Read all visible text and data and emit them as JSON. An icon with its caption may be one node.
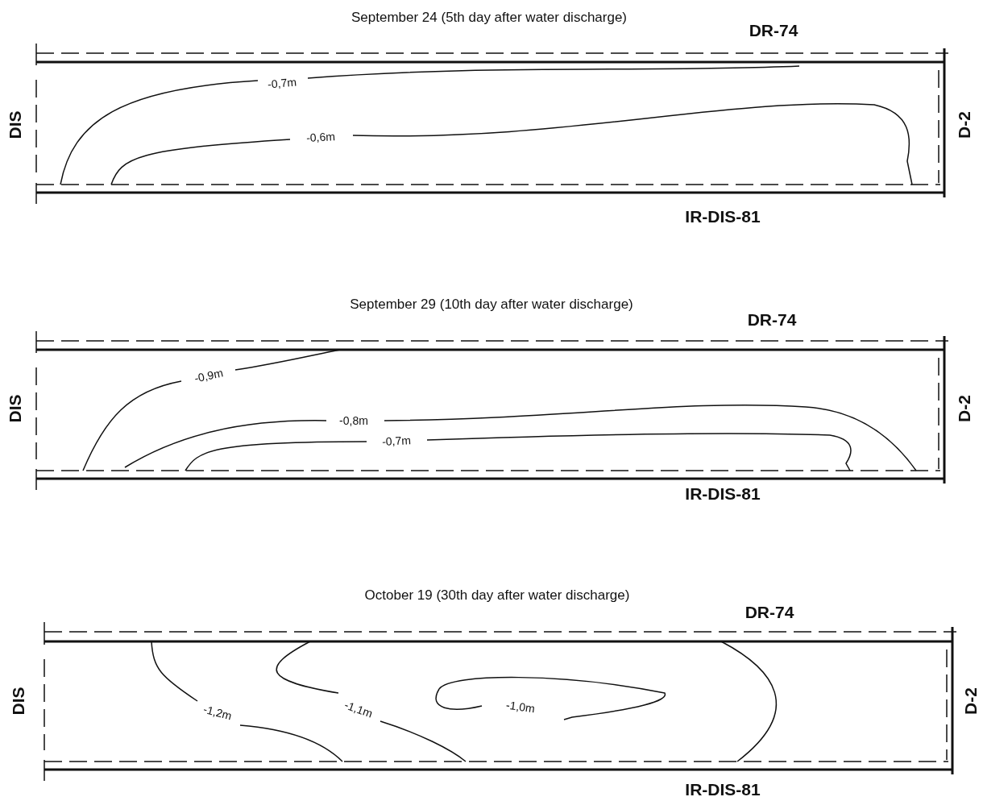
{
  "diagram": {
    "labels": [
      "September 24 (5th day after water discharge)",
      "DR-74",
      "-0,7m",
      "DIS",
      "-0,6m",
      "D-2",
      "IR-DIS-81",
      "September 29 (10th day after water discharge)",
      "DR-74",
      "-0,9m",
      "DIS",
      "-0,8m",
      "-0,7m",
      "D-2",
      "IR-DIS-81",
      "October 19 (30th day after water discharge)",
      "DR-74",
      "DIS",
      "-1,2m",
      "-1,1m",
      "-1,0m",
      "D-2",
      "IR-DIS-81"
    ]
  }
}
